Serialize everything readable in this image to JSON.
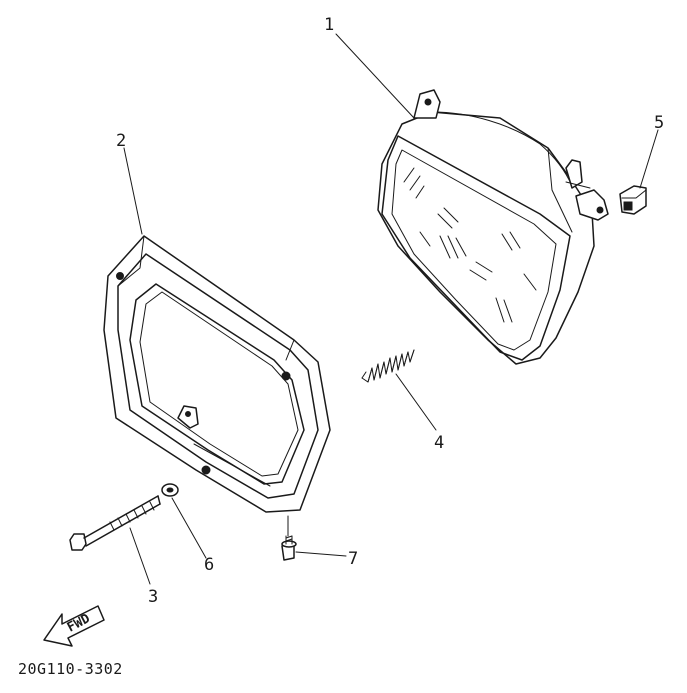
{
  "diagram": {
    "part_code": "20G110-3302",
    "fwd_label": "FWD",
    "callouts": {
      "c1": "1",
      "c2": "2",
      "c3": "3",
      "c4": "4",
      "c5": "5",
      "c6": "6",
      "c7": "7"
    }
  }
}
